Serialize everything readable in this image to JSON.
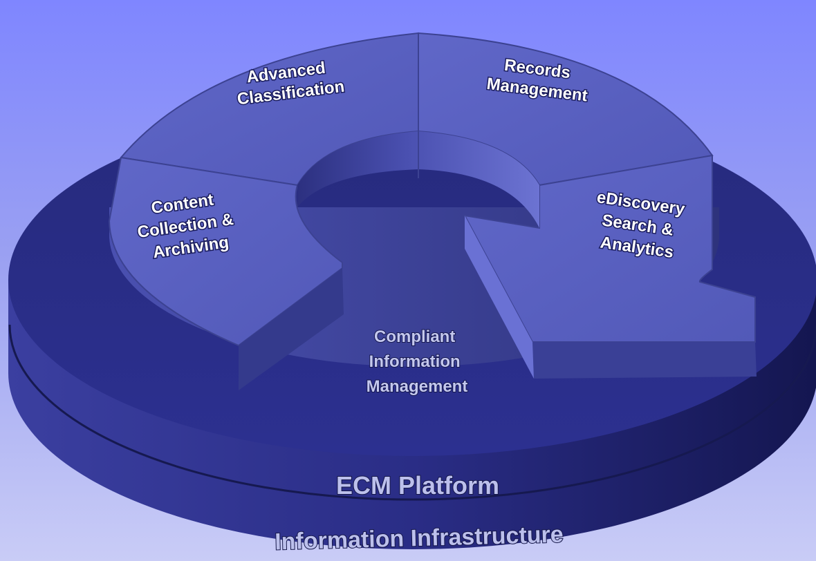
{
  "segments": {
    "advanced_classification": [
      "Advanced",
      "Classification"
    ],
    "records_management": [
      "Records",
      "Management"
    ],
    "content_collection": [
      "Content",
      "Collection &",
      "Archiving"
    ],
    "ediscovery": [
      "eDiscovery",
      "Search &",
      "Analytics"
    ]
  },
  "center": [
    "Compliant",
    "Information",
    "Management"
  ],
  "platform_label": "ECM Platform",
  "infrastructure_label": "Information Infrastructure",
  "colors": {
    "background_top": "#7f86ff",
    "background_bottom": "#c9ccf6",
    "disc_top": "#2a2e85",
    "disc_side": "#232671",
    "segment_top": "#5a62c2",
    "segment_side": "#3d4396"
  }
}
